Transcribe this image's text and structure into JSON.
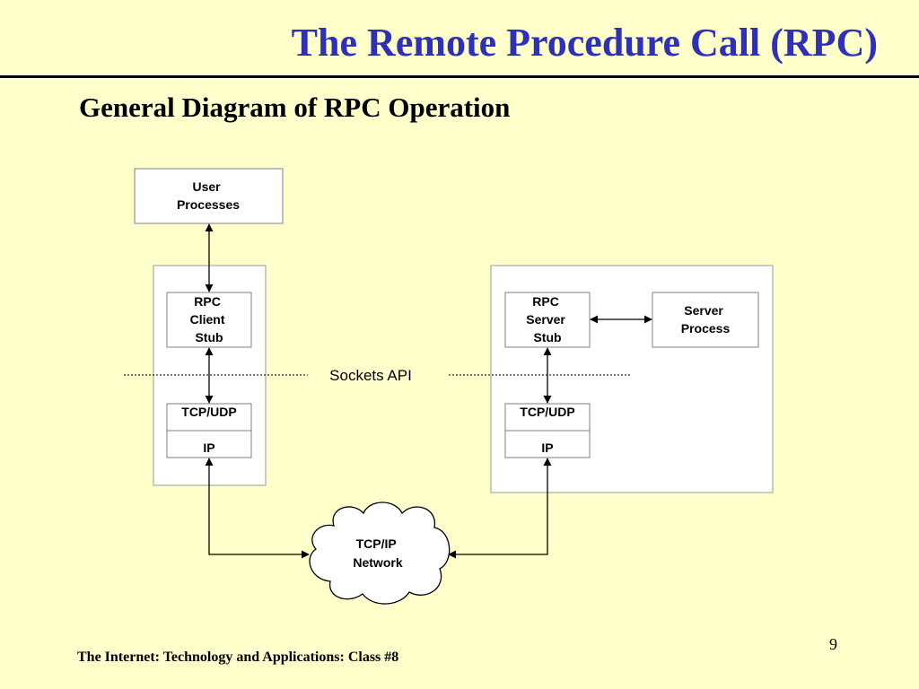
{
  "slide": {
    "title": "The Remote Procedure Call (RPC)",
    "subtitle": "General Diagram of RPC Operation",
    "footer": "The Internet: Technology and Applications: Class #8",
    "page_number": "9"
  },
  "diagram": {
    "user_processes": [
      "User",
      "Processes"
    ],
    "client_stub": [
      "RPC",
      "Client",
      "Stub"
    ],
    "server_stub": [
      "RPC",
      "Server",
      "Stub"
    ],
    "server_process": [
      "Server",
      "Process"
    ],
    "client_transport": "TCP/UDP",
    "client_network": "IP",
    "server_transport": "TCP/UDP",
    "server_network": "IP",
    "sockets_api": "Sockets API",
    "network_cloud": [
      "TCP/IP",
      "Network"
    ]
  },
  "colors": {
    "background": "#ffffcc",
    "title": "#2e31b8",
    "box_fill": "#ffffff",
    "line": "#000000"
  }
}
